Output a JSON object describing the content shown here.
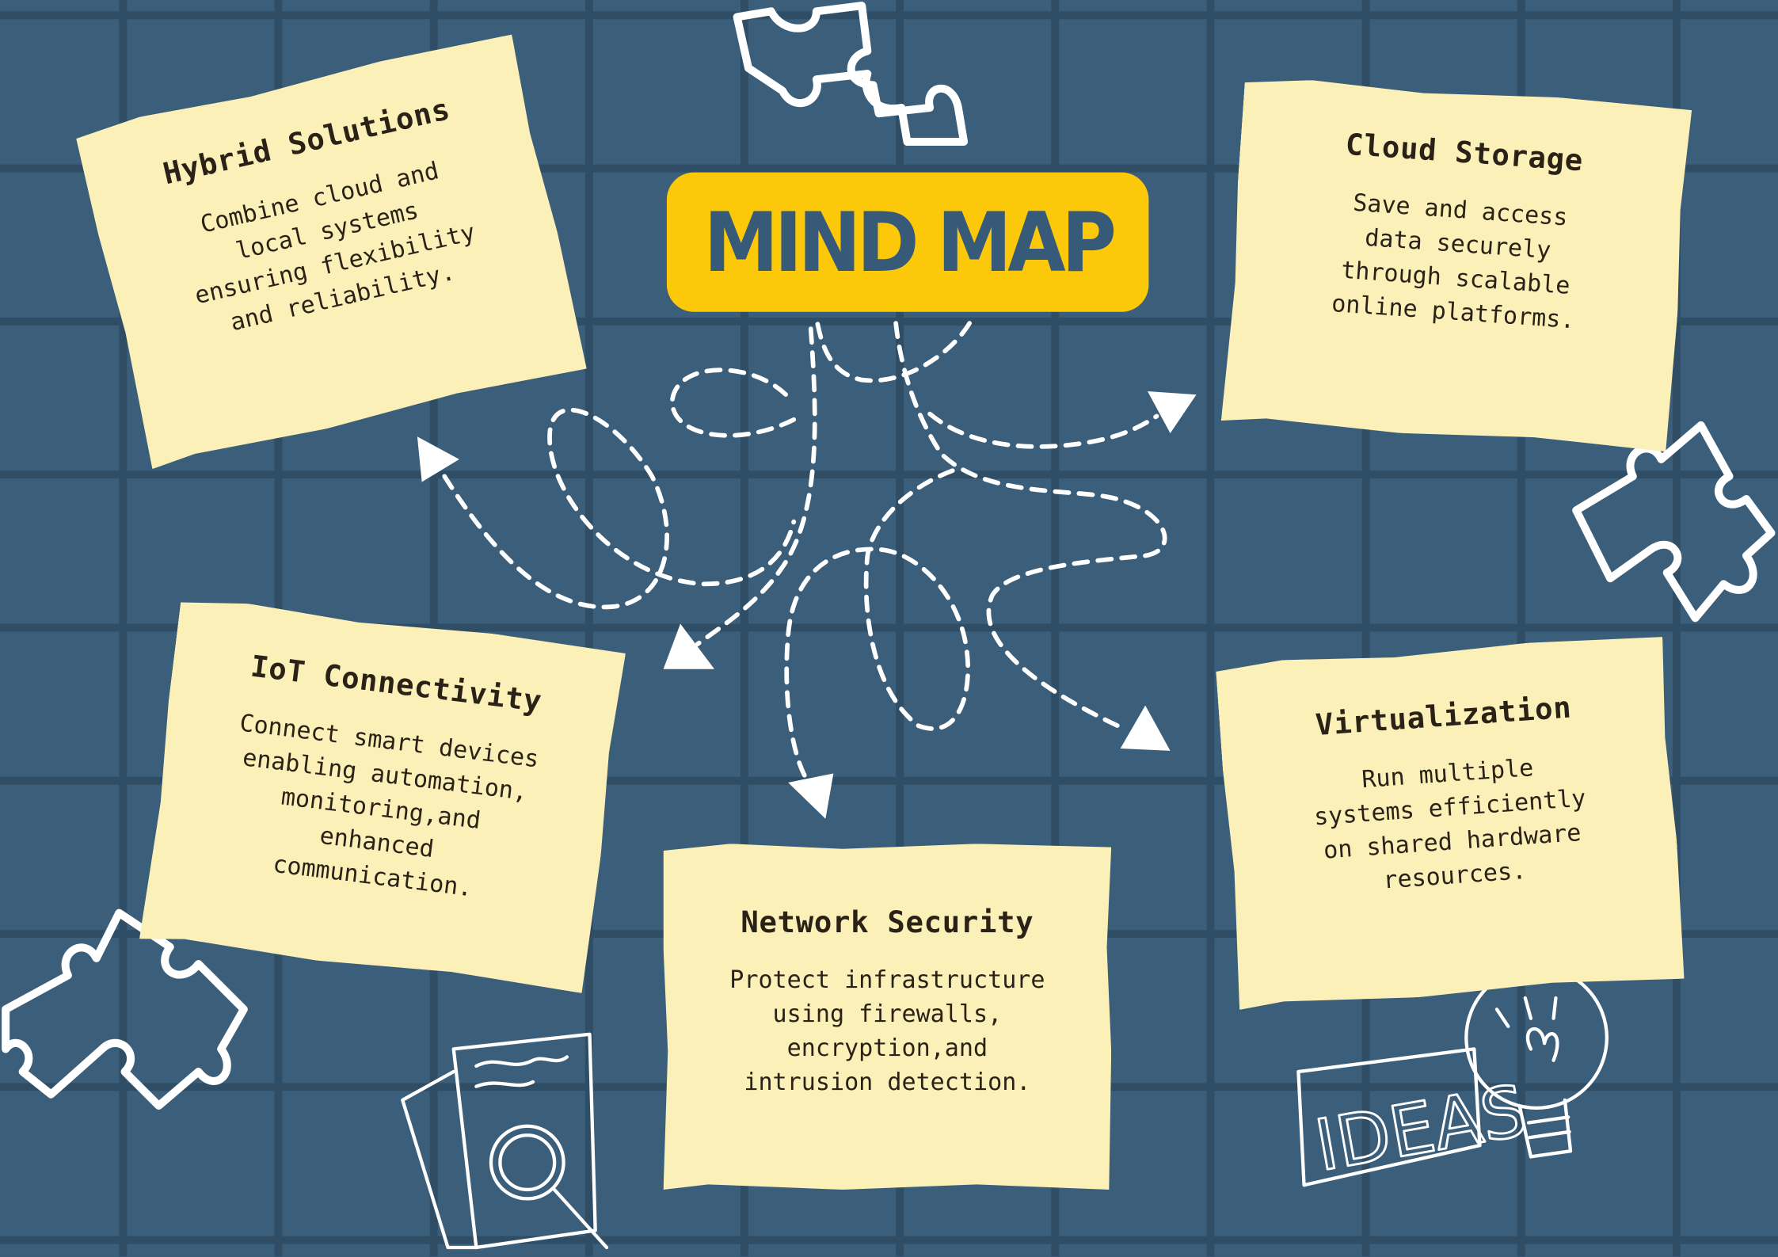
{
  "title": "MIND MAP",
  "nodes": [
    {
      "id": "hybrid",
      "title": "Hybrid Solutions",
      "text": "Combine cloud and\nlocal systems\nensuring flexibility\nand reliability."
    },
    {
      "id": "cloud",
      "title": "Cloud Storage",
      "text": "Save and access\ndata securely\nthrough scalable\nonline platforms."
    },
    {
      "id": "iot",
      "title": "IoT Connectivity",
      "text": "Connect smart devices\nenabling automation,\nmonitoring,and\nenhanced\ncommunication."
    },
    {
      "id": "network",
      "title": "Network Security",
      "text": "Protect infrastructure\nusing firewalls,\nencryption,and\nintrusion detection."
    },
    {
      "id": "virtual",
      "title": "Virtualization",
      "text": "Run multiple\nsystems efficiently\non shared hardware\nresources."
    }
  ],
  "doodle_text": "IDEAS",
  "colors": {
    "background": "#3b5e7a",
    "grid": "#2f4e66",
    "title_bg": "#fcc80a",
    "note": "#fbf0b8"
  }
}
